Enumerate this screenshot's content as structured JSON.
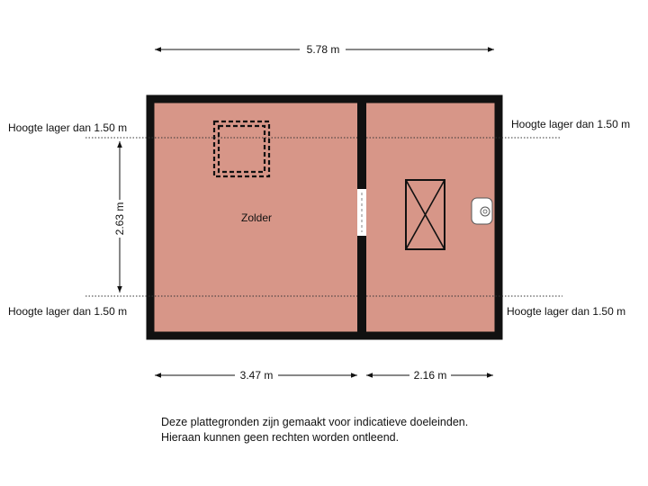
{
  "dimensions": {
    "total_width": "5.78 m",
    "left_width": "3.47 m",
    "right_width": "2.16 m",
    "height": "2.63 m"
  },
  "rooms": {
    "left_name": "Zolder"
  },
  "height_notes": {
    "top_left": "Hoogte lager dan 1.50 m",
    "top_right": "Hoogte lager dan 1.50 m",
    "bottom_left": "Hoogte lager dan 1.50 m",
    "bottom_right": "Hoogte lager dan 1.50 m"
  },
  "disclaimer": {
    "line1": "Deze plattegronden zijn gemaakt voor indicatieve doeleinden.",
    "line2": "Hieraan kunnen geen rechten worden ontleend."
  },
  "colors": {
    "floor": "#d79688",
    "wall": "#111111"
  }
}
